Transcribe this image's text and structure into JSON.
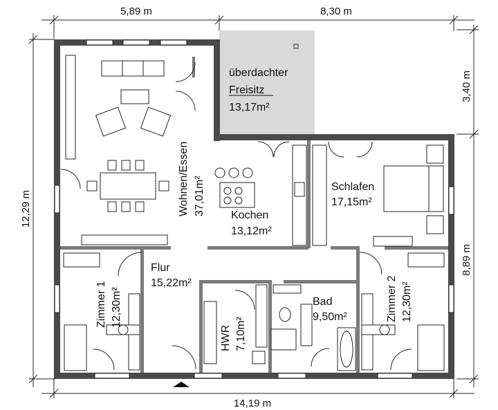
{
  "dimensions": {
    "top_left": "5,89 m",
    "top_right": "8,30 m",
    "bottom": "14,19 m",
    "left": "12,29 m",
    "right_top": "3,40 m",
    "right_bottom": "8,89 m"
  },
  "rooms": {
    "terrace": {
      "name_line1": "überdachter",
      "name_line2": "Freisitz",
      "area": "13,17m²"
    },
    "living": {
      "name": "Wohnen/Essen",
      "area": "37,01m²"
    },
    "kitchen": {
      "name": "Kochen",
      "area": "13,12m²"
    },
    "bedroom": {
      "name": "Schlafen",
      "area": "17,15m²"
    },
    "hall": {
      "name": "Flur",
      "area": "15,22m²"
    },
    "room1": {
      "name": "Zimmer 1",
      "area": "12,30m²"
    },
    "room2": {
      "name": "Zimmer 2",
      "area": "12,30m²"
    },
    "utility": {
      "name": "HWR",
      "area": "7,10m²"
    },
    "bath": {
      "name": "Bad",
      "area": "9,50m²"
    }
  },
  "colors": {
    "wall": "#4a4a4a",
    "terrace": "#d9d9d9"
  }
}
